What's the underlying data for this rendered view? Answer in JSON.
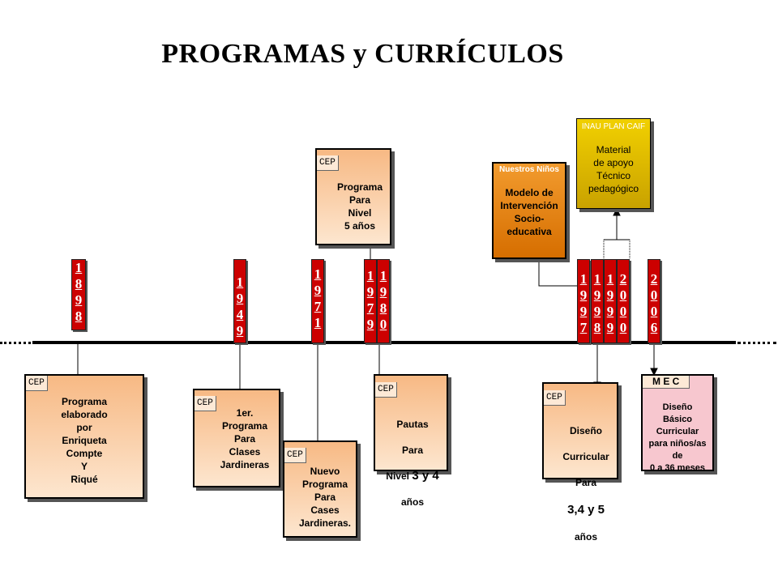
{
  "title": "PROGRAMAS y CURRÍCULOS",
  "years": [
    {
      "id": "1898",
      "digits": [
        "1",
        "8",
        "9",
        "8"
      ]
    },
    {
      "id": "1949",
      "digits": [
        "1",
        "9",
        "4",
        "9"
      ]
    },
    {
      "id": "1971",
      "digits": [
        "1",
        "9",
        "7",
        "1"
      ]
    },
    {
      "id": "1979",
      "digits": [
        "1",
        "9",
        "7",
        "9"
      ]
    },
    {
      "id": "1980",
      "digits": [
        "1",
        "9",
        "8",
        "0"
      ]
    },
    {
      "id": "1997",
      "digits": [
        "1",
        "9",
        "9",
        "7"
      ]
    },
    {
      "id": "1998",
      "digits": [
        "1",
        "9",
        "9",
        "8"
      ]
    },
    {
      "id": "1999",
      "digits": [
        "1",
        "9",
        "9",
        "9"
      ]
    },
    {
      "id": "2000",
      "digits": [
        "2",
        "0",
        "0",
        "0"
      ]
    },
    {
      "id": "2006",
      "digits": [
        "2",
        "0",
        "0",
        "6"
      ]
    }
  ],
  "boxes": {
    "b1898": {
      "tag": "CEP",
      "text": "Programa\nelaborado\npor\nEnriqueta\nCompte\nY\nRiqué"
    },
    "b1949": {
      "tag": "CEP",
      "text": "1er.\nPrograma\nPara\nClases\nJardineras"
    },
    "b1971": {
      "tag": "CEP",
      "text": "Nuevo\nPrograma\nPara\nCases\nJardineras."
    },
    "b1979": {
      "tag": "CEP",
      "text": "Programa\nPara\nNivel\n5 años"
    },
    "b1980": {
      "tag": "CEP",
      "line1": "Pautas",
      "line2": "Para",
      "line3a": "Nivel ",
      "line3b": "3 y 4",
      "line4": "años"
    },
    "bNinos": {
      "header": "Nuestros Niños",
      "text": "Modelo de\nIntervención\nSocio-\neducativa"
    },
    "bInau": {
      "header": "INAU PLAN CAIF",
      "text": "Material\nde apoyo\nTécnico\npedagógico"
    },
    "b1997": {
      "tag": "CEP",
      "line1": "Diseño",
      "line2": "Curricular",
      "line3": "Para",
      "line4": "3,4 y 5",
      "line5": "años"
    },
    "b2006": {
      "tag": "M E C",
      "text": "Diseño\nBásico\nCurricular\npara niños/as\nde\n0 a 36 meses"
    }
  },
  "colors": {
    "year_red": "#cc0000",
    "peach": "#fbd3ae",
    "orange": "#e8830f",
    "yellow": "#e6c300",
    "pink": "#f7c7cf"
  }
}
